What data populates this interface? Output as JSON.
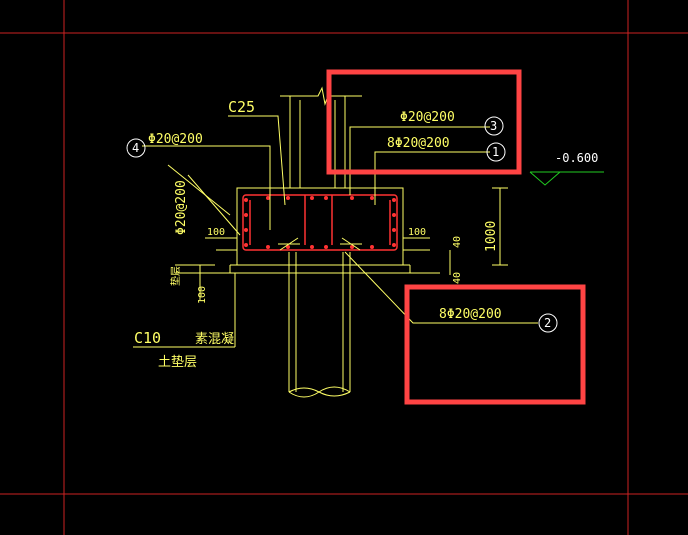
{
  "drawing": {
    "concrete_grade": "C25",
    "rebar_3": "Φ20@200",
    "rebar_1": "8Φ20@200",
    "rebar_2": "8Φ20@200",
    "rebar_4": "Φ20@200",
    "rebar_vertical": "Φ20@200",
    "marker_1": "1",
    "marker_2": "2",
    "marker_3": "3",
    "marker_4": "4",
    "elevation": "-0.600",
    "dim_1000": "1000",
    "dim_100_left": "100",
    "dim_100_right": "100",
    "dim_40_top": "40",
    "dim_40_bottom": "40",
    "dim_100_vertical": "100",
    "cushion_grade": "C10",
    "cushion_material": "素混凝",
    "soil_layer": "土垫层",
    "small_label": "垫层"
  },
  "colors": {
    "background": "#000000",
    "frame_line": "#cc2222",
    "drawing_line": "#ffff66",
    "rebar": "#ff3333",
    "highlight_box": "#ff4444",
    "elevation_mark": "#22cc22"
  }
}
